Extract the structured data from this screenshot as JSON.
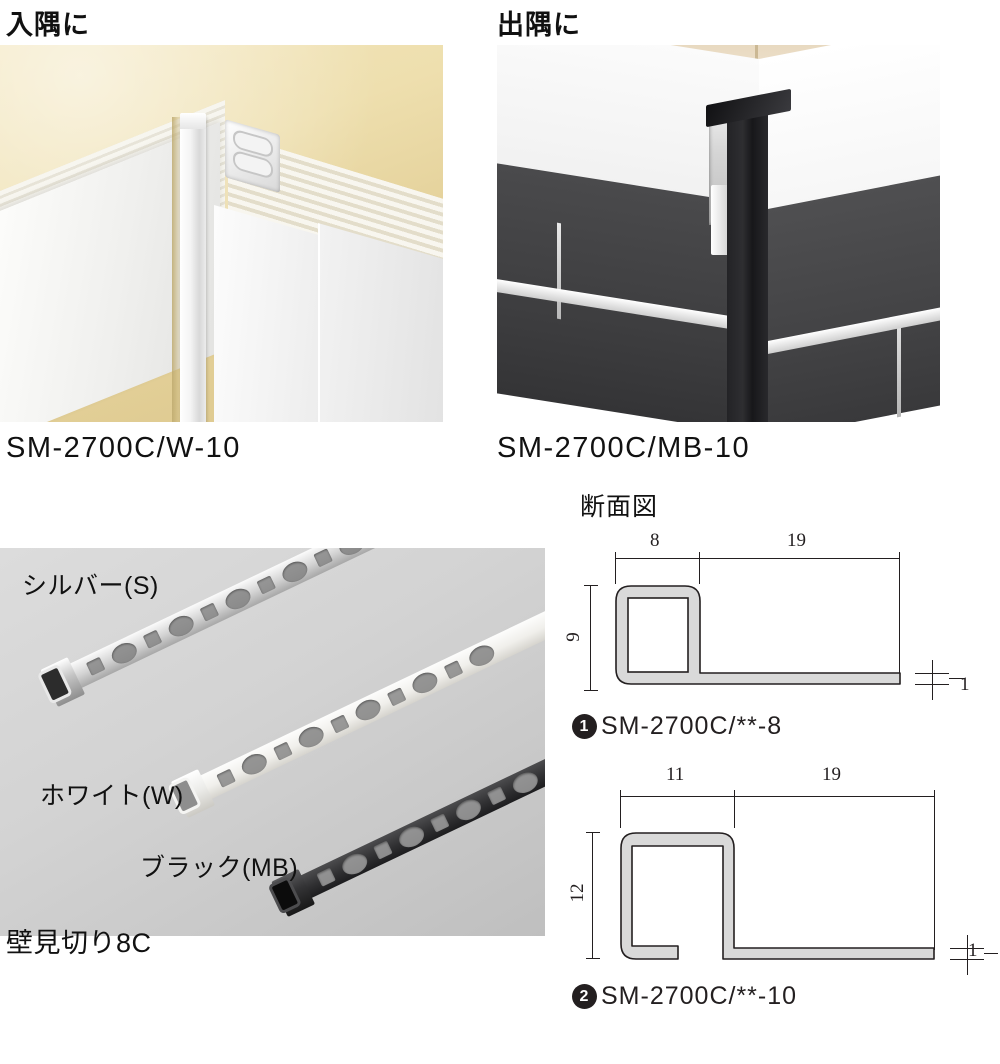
{
  "scenes": [
    {
      "heading": "入隅に",
      "caption": "SM-2700C/W-10",
      "photo_name": "inside-corner-installation-photo"
    },
    {
      "heading": "出隅に",
      "caption": "SM-2700C/MB-10",
      "photo_name": "outside-corner-installation-photo"
    }
  ],
  "color_photo": {
    "labels": [
      {
        "text": "シルバー(S)"
      },
      {
        "text": "ホワイト(W)"
      },
      {
        "text": "ブラック(MB)"
      }
    ],
    "caption": "壁見切り8C"
  },
  "cross_section": {
    "heading": "断面図",
    "profiles": [
      {
        "badge": "1",
        "label": "SM-2700C/**-8",
        "dims": {
          "top_left": "8",
          "top_right": "19",
          "height": "9",
          "thickness": "1"
        }
      },
      {
        "badge": "2",
        "label": "SM-2700C/**-10",
        "dims": {
          "top_left": "11",
          "top_right": "19",
          "height": "12",
          "thickness": "1"
        }
      }
    ]
  },
  "colors": {
    "line": "#231f20",
    "profile_fill": "#d9d9d9",
    "badge_bg": "#231f20"
  }
}
